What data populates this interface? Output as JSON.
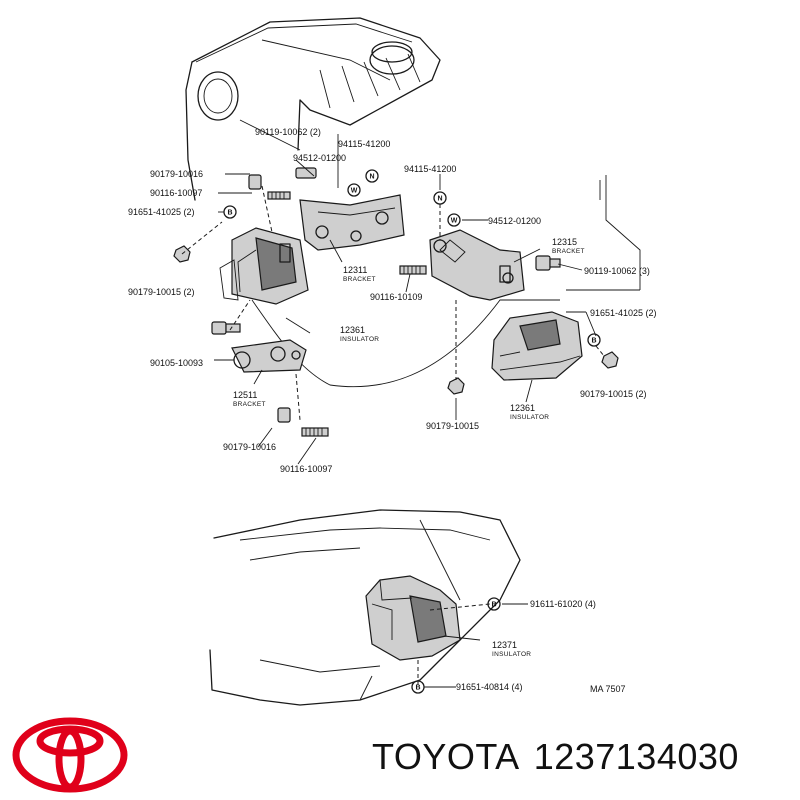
{
  "brand_color": "#e0001a",
  "brand": {
    "name": "TOYOTA",
    "part_number": "1237134030",
    "logo_icon": "toyota-logo-icon"
  },
  "diagram": {
    "code": "MA 7507",
    "symbols": {
      "n": "N",
      "w": "W",
      "b": "B"
    },
    "callouts": {
      "c1": "90119-10062 (2)",
      "c2": "94115-41200",
      "c3": "94512-01200",
      "c4": "90179-10016",
      "c5": "90116-10097",
      "c6": "91651-41025 (2)",
      "c7": "90179-10015 (2)",
      "c8": "12311",
      "c9": "90116-10109",
      "c10": "12361",
      "c11": "90105-10093",
      "c12": "12511",
      "c13": "90179-10016",
      "c14": "90116-10097",
      "c15": "94115-41200",
      "c16": "94512-01200",
      "c17": "12315",
      "c18": "90119-10062 (3)",
      "c19": "91651-41025 (2)",
      "c20": "90179-10015 (2)",
      "c21": "12361",
      "c22": "90179-10015",
      "c23": "91611-61020 (4)",
      "c24": "12371",
      "c25": "91651-40814 (4)"
    },
    "subs": {
      "bracket": "BRACKET",
      "insulator": "INSULATOR"
    }
  }
}
